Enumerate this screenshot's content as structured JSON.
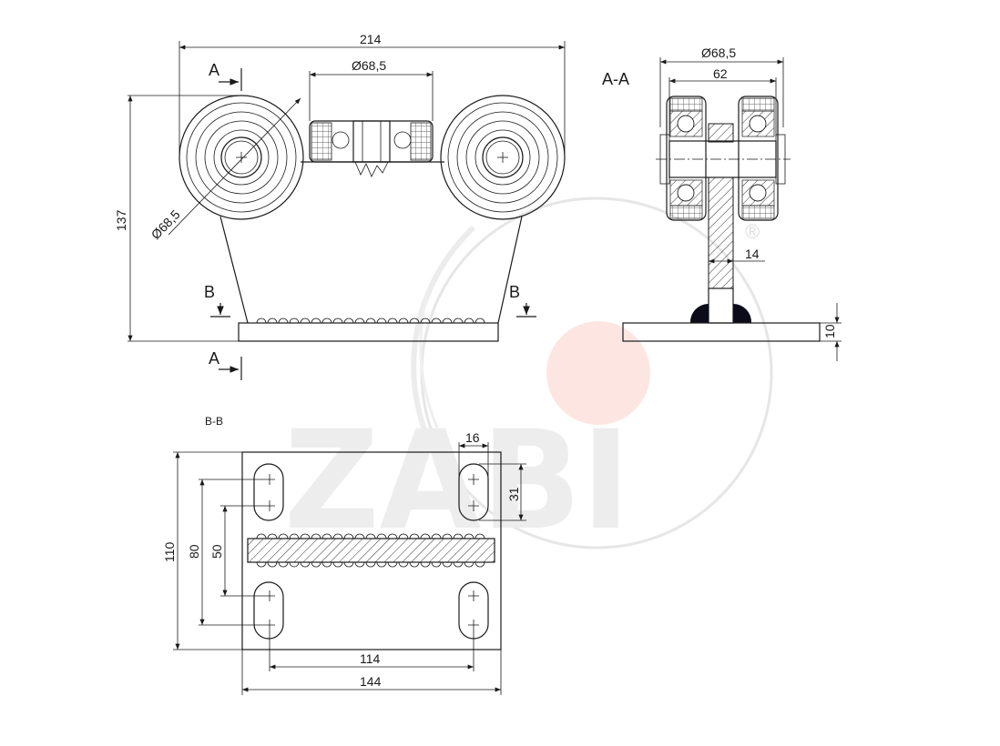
{
  "watermark": {
    "text": "ZABI",
    "registered_mark": "®",
    "ring_color": "#e6e6e6",
    "dot_color": "#fde6e2"
  },
  "front_view": {
    "dim_total_width": "214",
    "dim_center_bearing": "Ø68,5",
    "dim_wheel_diameter": "Ø68,5",
    "dim_height": "137",
    "section_a_top": "A",
    "section_a_bottom": "A",
    "section_b_left": "B",
    "section_b_right": "B"
  },
  "section_aa": {
    "title": "A-A",
    "dim_outer_diameter": "Ø68,5",
    "dim_width": "62",
    "dim_web": "14",
    "dim_plate_thickness": "10"
  },
  "section_bb": {
    "title": "B-B",
    "dim_slot_width": "16",
    "dim_slot_length": "31",
    "dim_plate_height": "110",
    "dim_hole_spacing_outer": "80",
    "dim_hole_spacing_inner": "50",
    "dim_hole_spacing_horizontal": "114",
    "dim_plate_width": "144"
  },
  "colors": {
    "line": "#1a1a1a",
    "hatch": "#333333",
    "weld_bead": "#0b0b1a"
  }
}
